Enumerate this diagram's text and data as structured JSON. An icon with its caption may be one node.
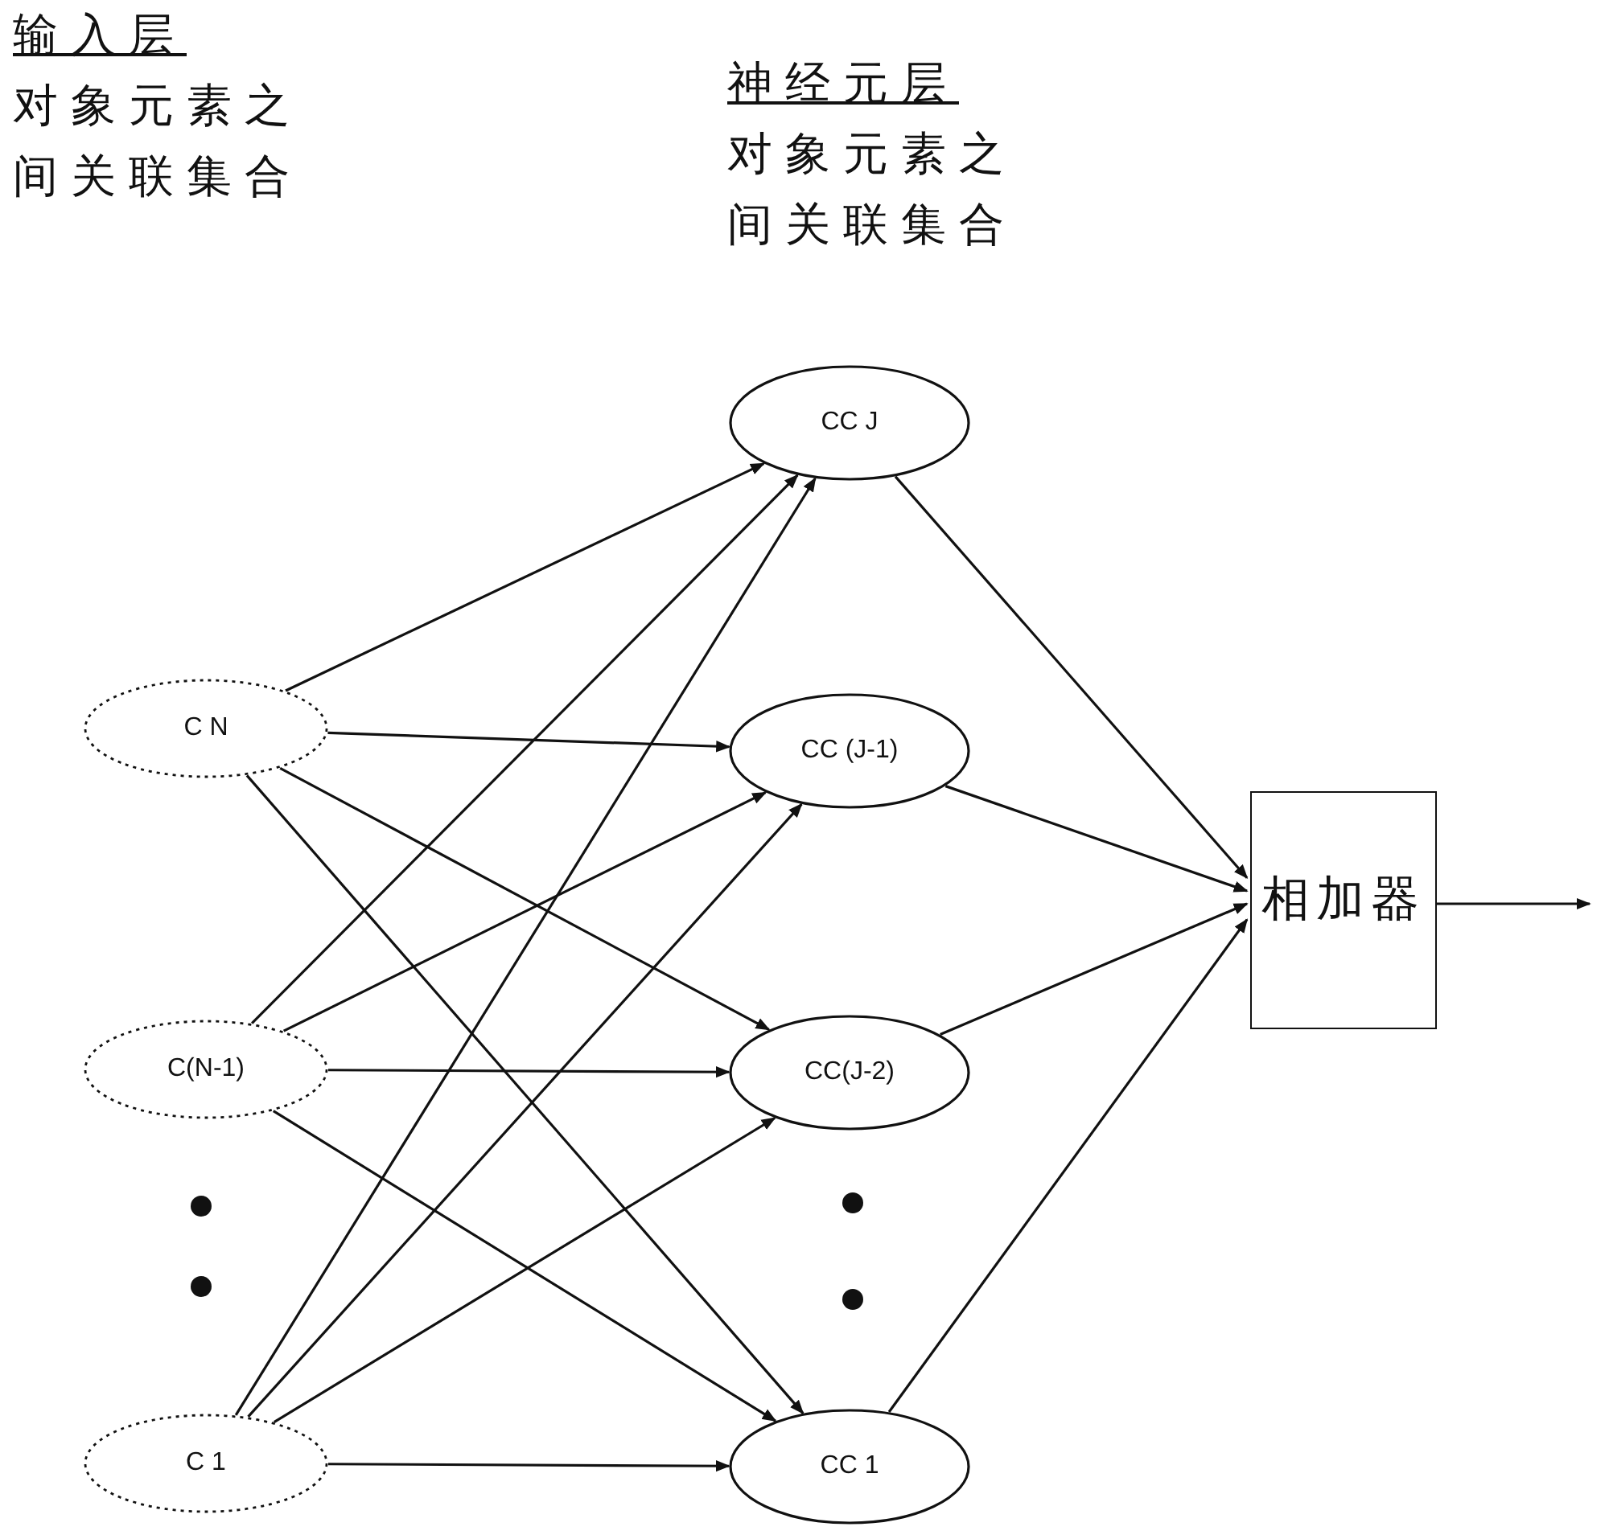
{
  "diagram": {
    "nodes": [
      {
        "text": [
          "C N"
        ]
      },
      {
        "text": [
          "C(N-1)"
        ]
      },
      {
        "text": [
          "C 1"
        ]
      },
      {
        "text": [
          "CC J"
        ]
      },
      {
        "text": [
          "CC (J-1)"
        ]
      },
      {
        "text": [
          "CC(J-2)"
        ]
      },
      {
        "text": [
          "CC 1"
        ]
      },
      {
        "text": [
          "相加器"
        ]
      }
    ],
    "edges": [
      {
        "from": 0,
        "to": 3,
        "arrow": "to"
      },
      {
        "from": 0,
        "to": 4,
        "arrow": "to"
      },
      {
        "from": 0,
        "to": 5,
        "arrow": "to"
      },
      {
        "from": 0,
        "to": 6,
        "arrow": "to"
      },
      {
        "from": 1,
        "to": 3,
        "arrow": "to"
      },
      {
        "from": 1,
        "to": 4,
        "arrow": "to"
      },
      {
        "from": 1,
        "to": 5,
        "arrow": "to"
      },
      {
        "from": 1,
        "to": 6,
        "arrow": "to"
      },
      {
        "from": 2,
        "to": 3,
        "arrow": "to"
      },
      {
        "from": 2,
        "to": 4,
        "arrow": "to"
      },
      {
        "from": 2,
        "to": 5,
        "arrow": "to"
      },
      {
        "from": 2,
        "to": 6,
        "arrow": "to"
      },
      {
        "from": 3,
        "to": 7,
        "arrow": "to"
      },
      {
        "from": 4,
        "to": 7,
        "arrow": "to"
      },
      {
        "from": 5,
        "to": 7,
        "arrow": "to"
      },
      {
        "from": 6,
        "to": 7,
        "arrow": "to"
      },
      {
        "from": 7,
        "to": null,
        "arrow": "to"
      }
    ],
    "labels": [
      "输入层",
      "对象元素之间关联集合",
      "神经元层",
      "对象元素之间关联集合"
    ]
  }
}
